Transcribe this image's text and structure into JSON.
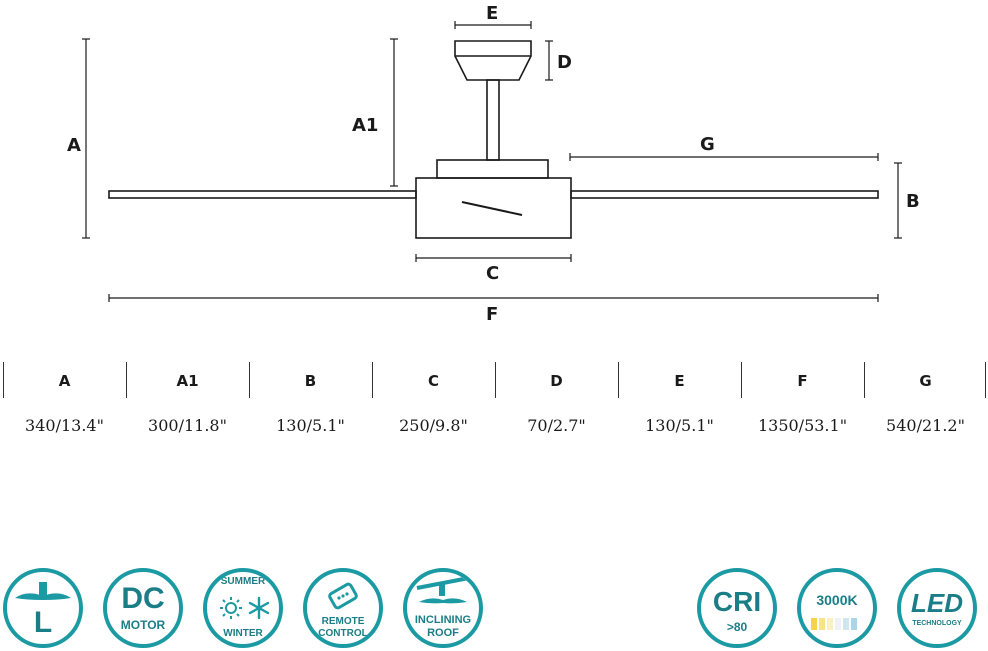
{
  "dimension_labels": {
    "A": "A",
    "A1": "A1",
    "B": "B",
    "C": "C",
    "D": "D",
    "E": "E",
    "F": "F",
    "G": "G"
  },
  "table": [
    {
      "key": "A",
      "value": "340/13.4\""
    },
    {
      "key": "A1",
      "value": "300/11.8\""
    },
    {
      "key": "B",
      "value": "130/5.1\""
    },
    {
      "key": "C",
      "value": "250/9.8\""
    },
    {
      "key": "D",
      "value": "70/2.7\""
    },
    {
      "key": "E",
      "value": "130/5.1\""
    },
    {
      "key": "F",
      "value": "1350/53.1\""
    },
    {
      "key": "G",
      "value": "540/21.2\""
    }
  ],
  "badges": {
    "l_size": {
      "letter": "L"
    },
    "dc_motor": {
      "big": "DC",
      "small": "MOTOR"
    },
    "summer_winter": {
      "top": "SUMMER",
      "bottom": "WINTER"
    },
    "remote": {
      "line1": "REMOTE",
      "line2": "CONTROL"
    },
    "inclining": {
      "line1": "INCLINING",
      "line2": "ROOF"
    },
    "cri": {
      "big": "CRI",
      "small": ">80"
    },
    "kelvin": {
      "text": "3000K"
    },
    "led": {
      "big": "LED",
      "small": "TECHNOLOGY"
    }
  },
  "colors": {
    "accent": "#1b9aa3",
    "ink": "#1a1a1a"
  }
}
